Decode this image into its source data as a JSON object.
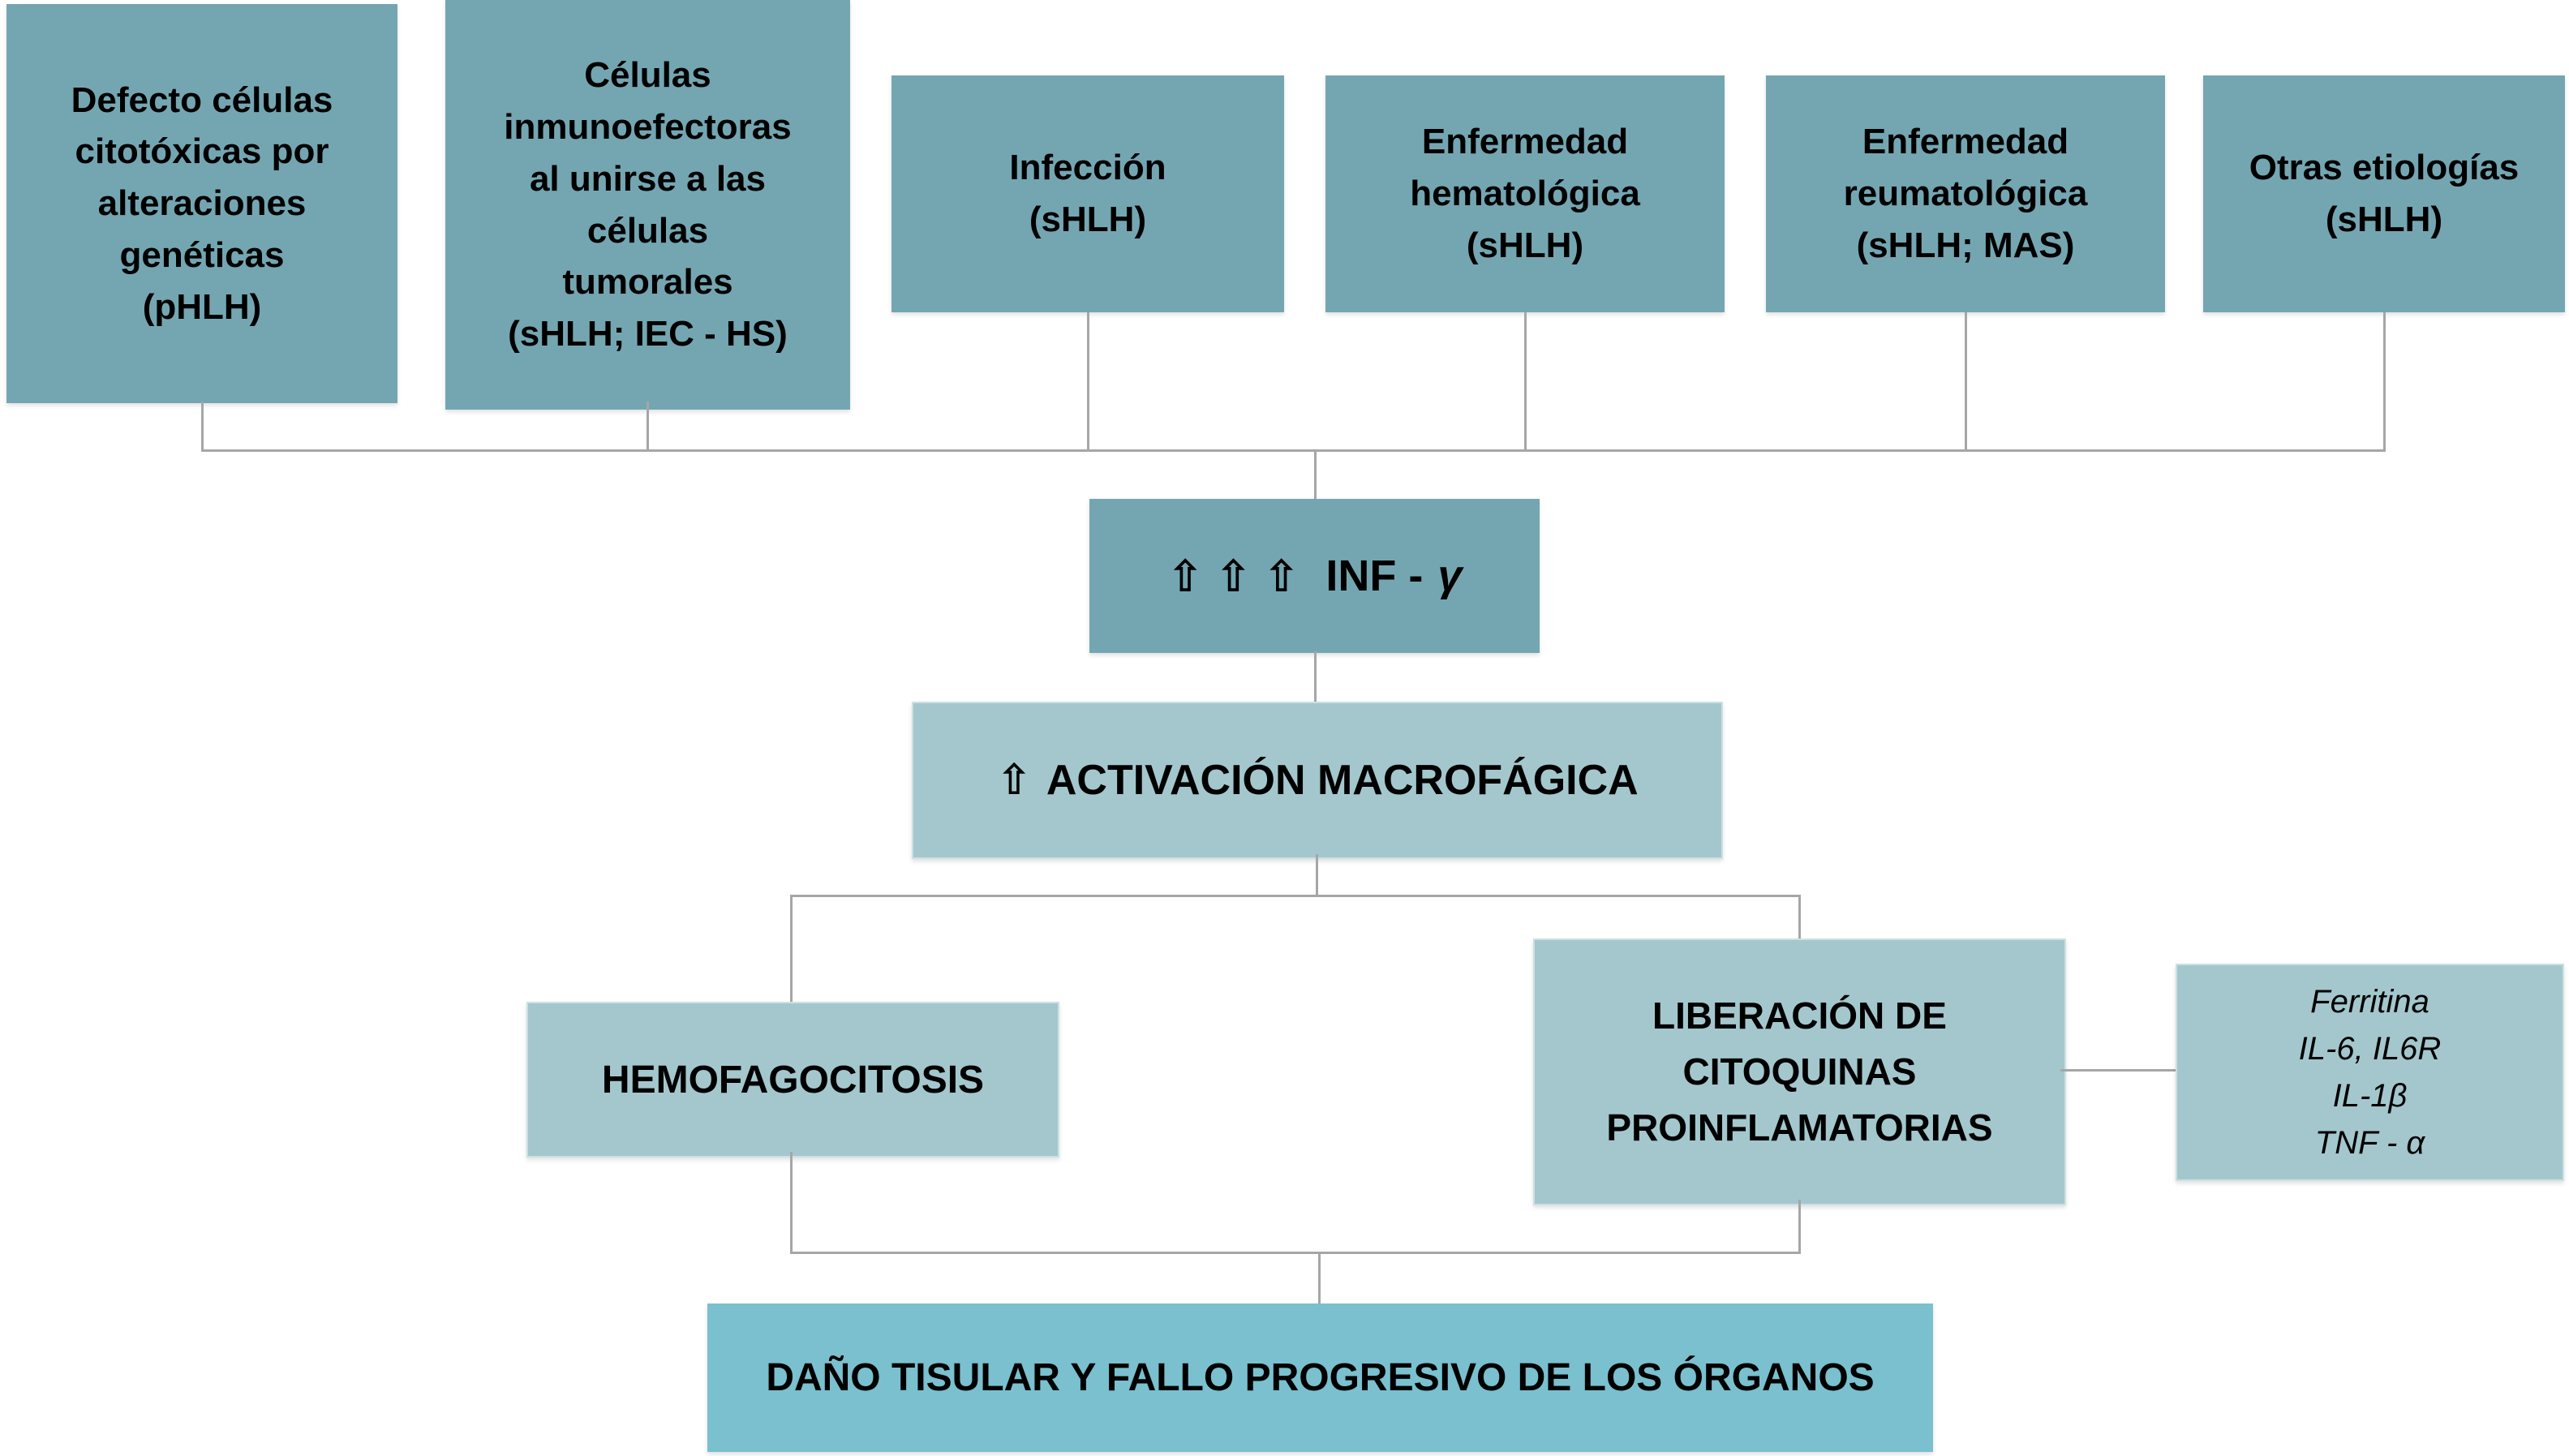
{
  "diagram_title": "HLH pathophysiology flowchart",
  "colors": {
    "dark_teal_box": "#74a6b2",
    "light_teal_box": "#a3c7cd",
    "cyan_box": "#7ac0cf",
    "connector_line": "#a6a6a6",
    "text": "#000000"
  },
  "etiology_boxes": [
    {
      "text": "Defecto células\ncitotóxicas por\nalteraciones\ngenéticas\n(pHLH)"
    },
    {
      "text": "Células\ninmunoefectoras\nal unirse a las\ncélulas\ntumorales\n(sHLH; IEC - HS)"
    },
    {
      "text": "Infección\n(sHLH)"
    },
    {
      "text": "Enfermedad\nhematológica\n(sHLH)"
    },
    {
      "text": "Enfermedad\nreumatológica\n(sHLH; MAS)"
    },
    {
      "text": "Otras etiologías\n(sHLH)"
    }
  ],
  "inf_gamma": {
    "arrows": "⇧⇧⇧",
    "label": "INF -",
    "gamma": "γ"
  },
  "activacion": {
    "arrow": "⇧",
    "label": "ACTIVACIÓN MACROFÁGICA"
  },
  "hemofagocitosis": {
    "label": "HEMOFAGOCITOSIS"
  },
  "liberacion": {
    "label": "LIBERACIÓN DE\nCITOQUINAS\nPROINFLAMATORIAS"
  },
  "citoquinas": {
    "lines": "Ferritina\nIL-6, IL6R\nIL-1β\nTNF - α"
  },
  "dano": {
    "label": "DAÑO TISULAR Y FALLO PROGRESIVO DE LOS ÓRGANOS"
  }
}
